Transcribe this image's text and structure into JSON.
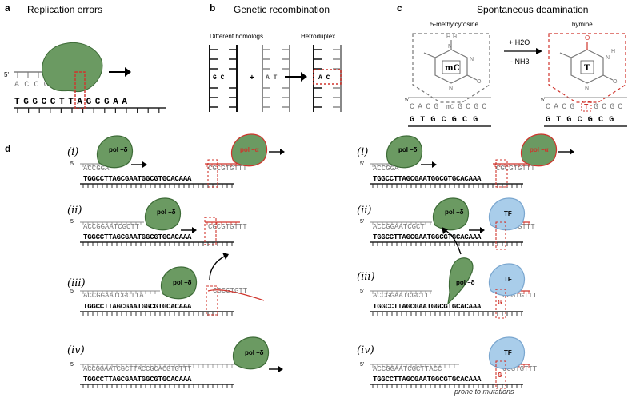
{
  "panels": {
    "a": {
      "letter": "a",
      "title": "Replication errors",
      "prime": "5'",
      "top": "ACCGAG",
      "mismatch": "G",
      "bottom": "TGGCCTTAGCGAA"
    },
    "b": {
      "letter": "b",
      "title": "Genetic recombination",
      "homologs_label": "Different homologs",
      "heteroduplex_label": "Hetroduplex",
      "gc": "G C",
      "at": "A T",
      "ac": "A C",
      "plus": "+"
    },
    "c": {
      "letter": "c",
      "title": "Spontaneous deamination",
      "left_name": "5-methylcytosine",
      "right_name": "Thymine",
      "left_base": "mC",
      "right_base": "T",
      "left_mc": "mC",
      "right_t": "T",
      "reagent_add": "+ H2O",
      "reagent_remove": "- NH3",
      "n": "N",
      "h": "H",
      "o": "O",
      "nh2": "NH2",
      "left_top": "CACG",
      "left_top2": "GCGC",
      "left_bottom": "GTGCGCG",
      "right_top": "CACG",
      "right_top2": "GCGC",
      "right_bottom": "GTGCGCG",
      "prime": "5'"
    },
    "d": {
      "letter": "d",
      "left_rows": [
        {
          "label": "(i)",
          "top": "ACCGGA",
          "bottom": "TGGCCTTAGCGAATGGCGTGCACAAA",
          "red_top": "CGCGTGTTT",
          "enzyme1": "pol –δ",
          "enzyme2": "pol –α"
        },
        {
          "label": "(ii)",
          "top": "ACCGGAATCGCTT",
          "bottom": "TGGCCTTAGCGAATGGCGTGCACAAA",
          "red_top": "CGCGTGTTT",
          "enzyme1": "pol –δ"
        },
        {
          "label": "(iii)",
          "top": "ACCGGAATCGCTTA",
          "bottom": "TGGCCTTAGCGAATGGCGTGCACAAA",
          "red_top": "CGCGTGTT",
          "enzyme1": "pol –δ"
        },
        {
          "label": "(iv)",
          "top": "ACCGGAATCGCTTACCGCACGTGTTT",
          "bottom": "TGGCCTTAGCGAATGGCGTGCACAAA",
          "enzyme1": "pol –δ"
        }
      ],
      "right_rows": [
        {
          "label": "(i)",
          "top": "ACCGGA",
          "bottom": "TGGCCTTAGCGAATGGCGTGCACAAA",
          "red_top": "CGCGTGTTT",
          "enzyme1": "pol –δ",
          "enzyme2": "pol –α"
        },
        {
          "label": "(ii)",
          "top": "ACCGGAATCGCT",
          "bottom": "TGGCCTTAGCGAATGGCGTGCACAAA",
          "red_top": "CGCGTGTTT",
          "enzyme1": "pol –δ",
          "enzyme2": "TF"
        },
        {
          "label": "(iii)",
          "top": "ACCGGAATCGCTT",
          "bottom": "TGGCCTTAGCGAATGGCGTGCACAAA",
          "red_top": "GCGTGTTT",
          "enzyme1": "pol –δ",
          "enzyme2": "TF"
        },
        {
          "label": "(iv)",
          "top": "ACCGGAATCGCTTACC",
          "bottom": "TGGCCTTAGCGAATGGCGTGCACAAA",
          "red_top": "GCGTGTTT",
          "enzyme2": "TF"
        }
      ],
      "prime": "5'",
      "caption": "prone to mutations",
      "mismatch": "G"
    }
  },
  "colors": {
    "green": "#6b9a62",
    "green_dark": "#3d6b37",
    "red": "#d0342c",
    "blue": "#a9cdea",
    "blue_dark": "#7aa6cf",
    "gray": "#8a8a8a"
  }
}
